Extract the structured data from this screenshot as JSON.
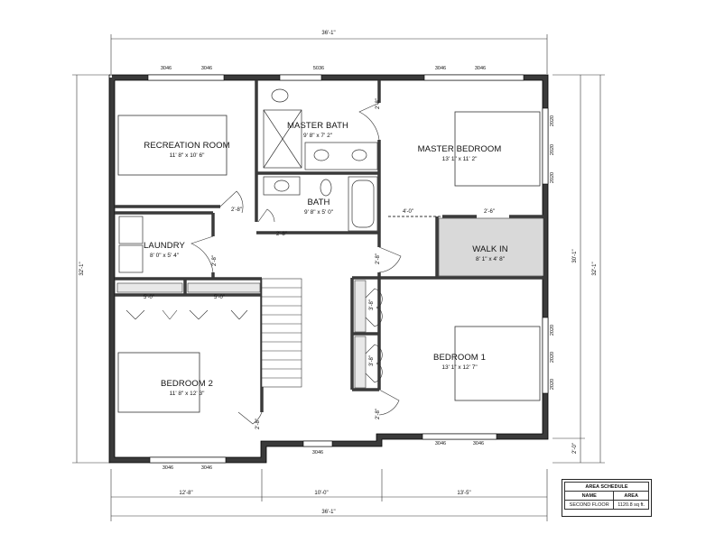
{
  "rooms": {
    "recreation": {
      "name": "RECREATION ROOM",
      "size": "11' 8\" x 10' 6\""
    },
    "master_bath": {
      "name": "MASTER BATH",
      "size": "9' 8\" x 7' 2\""
    },
    "master_bedroom": {
      "name": "MASTER BEDROOM",
      "size": "13' 1\" x 11' 2\""
    },
    "bath": {
      "name": "BATH",
      "size": "9' 8\" x 5' 0\""
    },
    "walk_in": {
      "name": "WALK IN",
      "size": "8' 1\" x 4' 8\""
    },
    "laundry": {
      "name": "LAUNDRY",
      "size": "8' 0\" x 5' 4\""
    },
    "bedroom1": {
      "name": "BEDROOM 1",
      "size": "13' 1\" x 12' 7\""
    },
    "bedroom2": {
      "name": "BEDROOM 2",
      "size": "11' 8\" x 12' 3\""
    }
  },
  "dimensions": {
    "overall_top": "36'-1\"",
    "overall_bottom": "36'-1\"",
    "bottom_seg1": "12'-8\"",
    "bottom_seg2": "10'-0\"",
    "bottom_seg3": "13'-5\"",
    "left_overall": "32'-1\"",
    "right_overall": "32'-1\"",
    "right_inner": "30'-1\"",
    "right_jog": "2'-0\"",
    "closet_a": "5'-0\"",
    "closet_b": "5'-0\"",
    "hall_opening": "4'-0\""
  },
  "door_marks": {
    "d1": "2'-8\"",
    "d2": "2'-8\"",
    "d3": "2'-8\"",
    "d4": "2'-8\"",
    "d5": "2'-8\"",
    "d6": "2'-8\"",
    "d7": "2'-8\"",
    "d8": "2'-8\"",
    "d9": "2'-8\"",
    "d10": "2'-6\"",
    "d11": "3'-8\"",
    "d12": "3'-8\""
  },
  "window_marks": {
    "top1": "3046",
    "top2": "3046",
    "top3": "5036",
    "top4": "3046",
    "top5": "3046",
    "right1": "2020",
    "right2": "2020",
    "right3": "2020",
    "right4": "2020",
    "right5": "2020",
    "right6": "2020",
    "bottom1": "3046",
    "bottom2": "3046",
    "bottom3": "3046",
    "bottom4": "3046",
    "bottom5": "3046"
  },
  "schedule": {
    "title": "AREA SCHEDULE",
    "col_name": "NAME",
    "col_area": "AREA",
    "row_name": "SECOND FLOOR",
    "row_area": "1120.8 sq ft."
  },
  "colors": {
    "wall": "#3a3a3a",
    "walkin_fill": "#d9d9d9",
    "furniture_fill": "#e8e8e8"
  }
}
